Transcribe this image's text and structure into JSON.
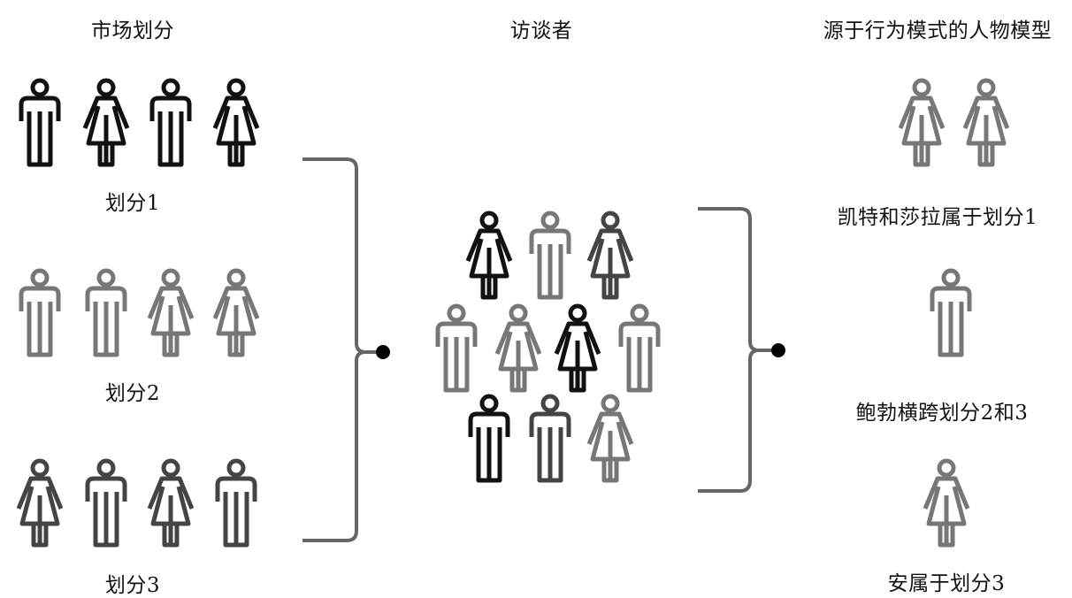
{
  "headers": {
    "market": "市场划分",
    "interviewees": "访谈者",
    "personas": "源于行为模式的人物模型"
  },
  "segments": [
    {
      "label": "划分1",
      "people": [
        "male",
        "female",
        "male",
        "female"
      ],
      "color": "#111111"
    },
    {
      "label": "划分2",
      "people": [
        "male",
        "male",
        "female",
        "female"
      ],
      "color": "#777777"
    },
    {
      "label": "划分3",
      "people": [
        "female",
        "male",
        "female",
        "male"
      ],
      "color": "#444444"
    }
  ],
  "interviewees": [
    [
      {
        "g": "female",
        "color": "#111111"
      },
      {
        "g": "male",
        "color": "#777777"
      },
      {
        "g": "female",
        "color": "#444444"
      }
    ],
    [
      {
        "g": "male",
        "color": "#777777"
      },
      {
        "g": "female",
        "color": "#777777"
      },
      {
        "g": "female",
        "color": "#111111"
      },
      {
        "g": "male",
        "color": "#777777"
      }
    ],
    [
      {
        "g": "male",
        "color": "#111111"
      },
      {
        "g": "male",
        "color": "#444444"
      },
      {
        "g": "female",
        "color": "#777777"
      }
    ]
  ],
  "personas": [
    {
      "label": "凯特和莎拉属于划分1",
      "people": [
        "female",
        "female"
      ],
      "color": "#777777"
    },
    {
      "label": "鲍勃横跨划分2和3",
      "people": [
        "male"
      ],
      "color": "#777777"
    },
    {
      "label": "安属于划分3",
      "people": [
        "female"
      ],
      "color": "#777777"
    }
  ],
  "colors": {
    "bracket": "#666666",
    "dot": "#000000"
  }
}
